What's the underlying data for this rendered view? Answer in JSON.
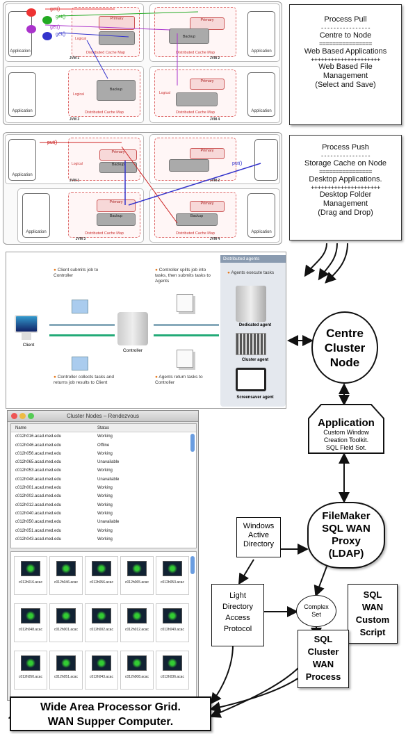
{
  "pull_panel": {
    "title": "Process Pull",
    "line1": "Centre to Node",
    "line2": "Web Based Applications",
    "line3a": "Web Based File",
    "line3b": "Management",
    "line3c": "(Select and Save)",
    "sep_dash": "- - - - - - - - - - - - - - - -",
    "sep_eq": "================",
    "sep_plus": "+++++++++++++++++++++"
  },
  "push_panel": {
    "title": "Process Push",
    "line1": "Storage Cache on Node",
    "line2": "Desktop Applications.",
    "line3a": "Desktop Folder",
    "line3b": "Management",
    "line3c": "(Drag and Drop)",
    "sep_dash": "- - - - - - - - - - - - - - - -",
    "sep_eq": "================",
    "sep_plus": "+++++++++++++++++++++"
  },
  "jvm_top": {
    "get": "get()",
    "primary": "Primary",
    "backup": "Backup",
    "logical": "Logical",
    "application": "Application",
    "cache_map": "Distributed Cache Map",
    "jvm1": "JVM 1",
    "jvm2": "JVM 2",
    "jvm3": "JVM 3",
    "jvm4": "JVM 4"
  },
  "jvm_bottom": {
    "put": "put()"
  },
  "grid": {
    "distributed_agents": "Distributed agents",
    "step1": "Client submits job to Controller",
    "step2": "Controller splits job into tasks, then submits tasks to Agents",
    "step3": "Agents execute tasks",
    "step4": "Agents return tasks to Controller",
    "step5": "Controller collects tasks and returns job results to Client",
    "client": "Client",
    "controller": "Controller",
    "dedicated": "Dedicated agent",
    "cluster": "Cluster agent",
    "screensaver": "Screensaver agent"
  },
  "centre": {
    "l1": "Centre",
    "l2": "Cluster",
    "l3": "Node"
  },
  "application": {
    "title": "Application",
    "l1": "Custom Window",
    "l2": "Creation Toolkit.",
    "l3": "SQL Field Sot."
  },
  "filemaker": {
    "l1": "FileMaker",
    "l2": "SQL WAN",
    "l3": "Proxy",
    "l4": "(LDAP)"
  },
  "windows": {
    "l1": "Windows",
    "l2": "Active",
    "l3": "Directory"
  },
  "ldap": {
    "l1": "Light",
    "l2": "Directory",
    "l3": "Access",
    "l4": "Protocol"
  },
  "complex": {
    "l1": "Complex",
    "l2": "Set"
  },
  "sqlscript": {
    "l1": "SQL",
    "l2": "WAN",
    "l3": "Custom",
    "l4": "Script"
  },
  "sqlcluster": {
    "l1": "SQL",
    "l2": "Cluster",
    "l3": "WAN",
    "l4": "Process"
  },
  "wan": {
    "l1": "Wide Area Processor Grid.",
    "l2": "WAN Supper Computer."
  },
  "cluster_window": {
    "title": "Cluster Nodes – Rendezvous",
    "col_name": "Name",
    "col_status": "Status",
    "rows": [
      {
        "name": "c012h016.acad.med.edu",
        "status": "Working"
      },
      {
        "name": "c012h046.acad.med.edu",
        "status": "Offline"
      },
      {
        "name": "c012h056.acad.med.edu",
        "status": "Working"
      },
      {
        "name": "c012h065.acad.med.edu",
        "status": "Unavailable"
      },
      {
        "name": "c012h053.acad.med.edu",
        "status": "Working"
      },
      {
        "name": "c012h048.acad.med.edu",
        "status": "Unavailable"
      },
      {
        "name": "c012h001.acad.med.edu",
        "status": "Working"
      },
      {
        "name": "c012h002.acad.med.edu",
        "status": "Working"
      },
      {
        "name": "c012h012.acad.med.edu",
        "status": "Working"
      },
      {
        "name": "c012h040.acad.med.edu",
        "status": "Working"
      },
      {
        "name": "c012h050.acad.med.edu",
        "status": "Unavailable"
      },
      {
        "name": "c012h051.acad.med.edu",
        "status": "Working"
      },
      {
        "name": "c012h043.acad.med.edu",
        "status": "Working"
      }
    ],
    "tiles": [
      "c012h016.acac",
      "c012h046.acac",
      "c012h056.acac",
      "c012h065.acac",
      "c012h053.acac",
      "c012h048.acac",
      "c012h001.acac",
      "c012h002.acac",
      "c012h012.acac",
      "c012h040.acac",
      "c012h050.acac",
      "c012h051.acac",
      "c012h043.acac",
      "c012h008.acac",
      "c012h036.acac"
    ]
  }
}
